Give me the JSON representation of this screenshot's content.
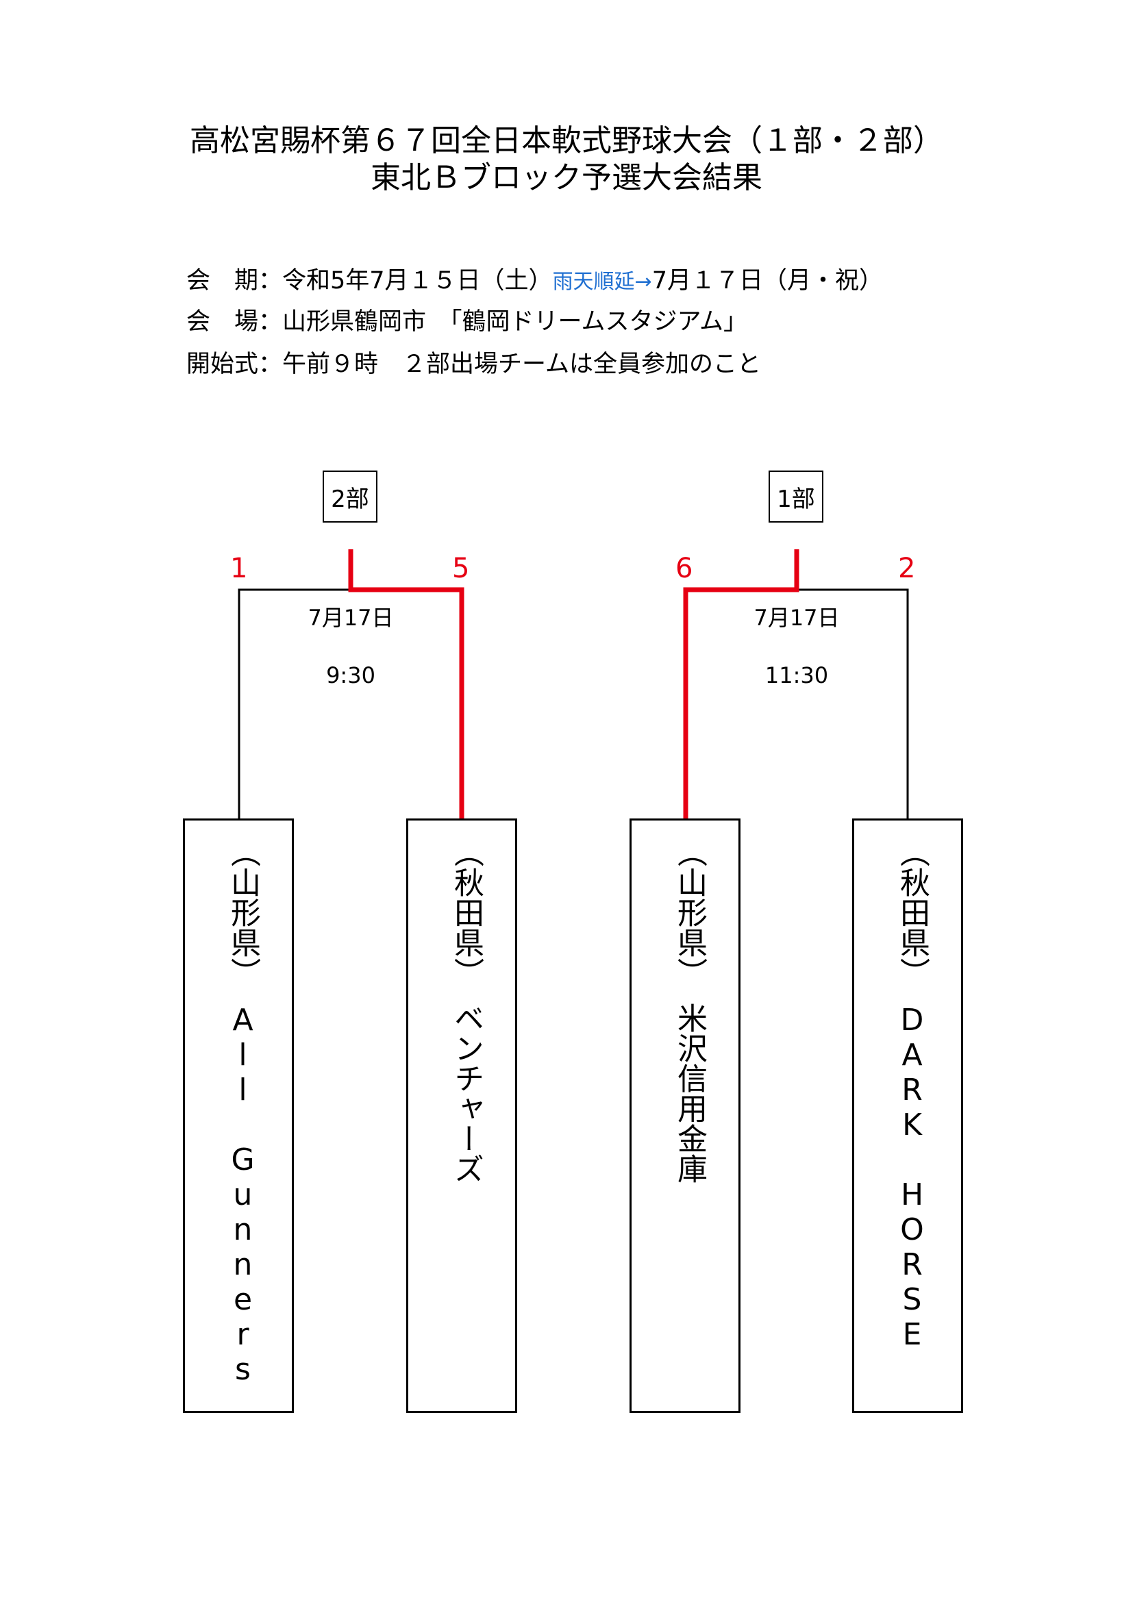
{
  "header": {
    "title_line1": "高松宮賜杯第６７回全日本軟式野球大会（１部・２部）",
    "title_line2": "東北Ｂブロック予選大会結果"
  },
  "info": {
    "dates_label": "会　期：",
    "dates_value": "令和5年7月１５日（土）",
    "rain_note": "雨天順延→",
    "dates_value2": "7月１７日（月・祝）",
    "venue_label": "会　場：",
    "venue_value": "山形県鶴岡市　「鶴岡ドリームスタジアム」",
    "ceremony_label": "開始式：",
    "ceremony_value": "午前９時　２部出場チームは全員参加のこと"
  },
  "brackets": [
    {
      "division": "2部",
      "date": "7月17日",
      "time": "9:30",
      "left": {
        "score": "1",
        "team": "（山形県）　All Gunners"
      },
      "right": {
        "score": "5",
        "team": "（秋田県）　ベンチャーズ"
      },
      "winner": "right"
    },
    {
      "division": "1部",
      "date": "7月17日",
      "time": "11:30",
      "left": {
        "score": "6",
        "team": "（山形県）　米沢信用金庫"
      },
      "right": {
        "score": "2",
        "team": "（秋田県）　DARK HORSE"
      },
      "winner": "left"
    }
  ],
  "colors": {
    "winner_line": "#e60012",
    "rain_note": "#1f6fd1"
  }
}
